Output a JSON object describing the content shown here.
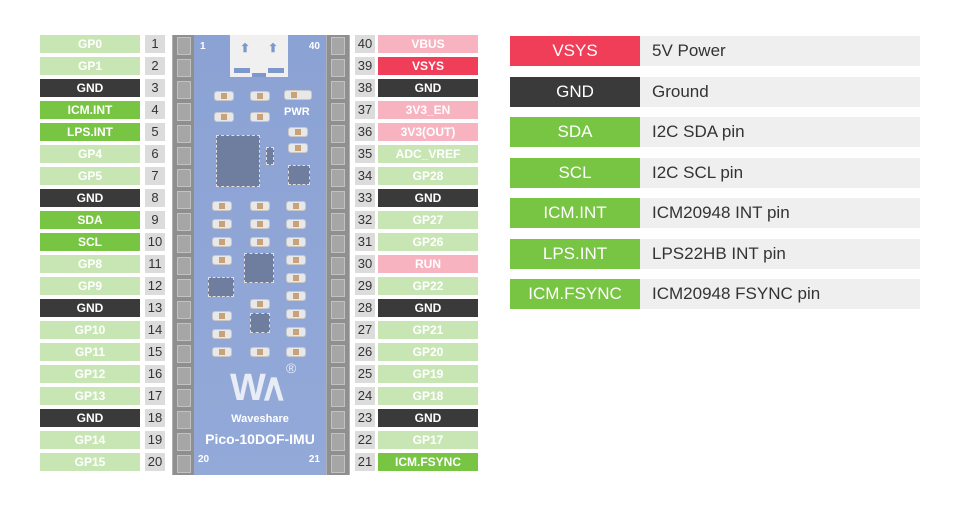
{
  "colors": {
    "gpio": "#c8e6b4",
    "gnd": "#3a3a3a",
    "function": "#78c443",
    "power": "#f7b3c0",
    "vsys": "#f03e58",
    "pin_number_bg": "#dcdcdc",
    "board": "#8ea4d4"
  },
  "board": {
    "name": "Pico-10DOF-IMU",
    "brand": "Waveshare",
    "power_led_label": "PWR",
    "corner_labels": {
      "top_left": "1",
      "top_right": "40",
      "bottom_left": "20",
      "bottom_right": "21"
    },
    "logo_icon": "waveshare-logo-icon",
    "registered_mark": "®"
  },
  "left_pins": [
    {
      "num": "1",
      "label": "GP0",
      "type": "gpio"
    },
    {
      "num": "2",
      "label": "GP1",
      "type": "gpio"
    },
    {
      "num": "3",
      "label": "GND",
      "type": "gnd"
    },
    {
      "num": "4",
      "label": "ICM.INT",
      "type": "func"
    },
    {
      "num": "5",
      "label": "LPS.INT",
      "type": "func"
    },
    {
      "num": "6",
      "label": "GP4",
      "type": "gpio"
    },
    {
      "num": "7",
      "label": "GP5",
      "type": "gpio"
    },
    {
      "num": "8",
      "label": "GND",
      "type": "gnd"
    },
    {
      "num": "9",
      "label": "SDA",
      "type": "func"
    },
    {
      "num": "10",
      "label": "SCL",
      "type": "func"
    },
    {
      "num": "11",
      "label": "GP8",
      "type": "gpio"
    },
    {
      "num": "12",
      "label": "GP9",
      "type": "gpio"
    },
    {
      "num": "13",
      "label": "GND",
      "type": "gnd"
    },
    {
      "num": "14",
      "label": "GP10",
      "type": "gpio"
    },
    {
      "num": "15",
      "label": "GP11",
      "type": "gpio"
    },
    {
      "num": "16",
      "label": "GP12",
      "type": "gpio"
    },
    {
      "num": "17",
      "label": "GP13",
      "type": "gpio"
    },
    {
      "num": "18",
      "label": "GND",
      "type": "gnd"
    },
    {
      "num": "19",
      "label": "GP14",
      "type": "gpio"
    },
    {
      "num": "20",
      "label": "GP15",
      "type": "gpio"
    }
  ],
  "right_pins": [
    {
      "num": "40",
      "label": "VBUS",
      "type": "pwr"
    },
    {
      "num": "39",
      "label": "VSYS",
      "type": "vsys"
    },
    {
      "num": "38",
      "label": "GND",
      "type": "gnd"
    },
    {
      "num": "37",
      "label": "3V3_EN",
      "type": "pwr"
    },
    {
      "num": "36",
      "label": "3V3(OUT)",
      "type": "pwr"
    },
    {
      "num": "35",
      "label": "ADC_VREF",
      "type": "gpio"
    },
    {
      "num": "34",
      "label": "GP28",
      "type": "gpio"
    },
    {
      "num": "33",
      "label": "GND",
      "type": "gnd"
    },
    {
      "num": "32",
      "label": "GP27",
      "type": "gpio"
    },
    {
      "num": "31",
      "label": "GP26",
      "type": "gpio"
    },
    {
      "num": "30",
      "label": "RUN",
      "type": "pwr"
    },
    {
      "num": "29",
      "label": "GP22",
      "type": "gpio"
    },
    {
      "num": "28",
      "label": "GND",
      "type": "gnd"
    },
    {
      "num": "27",
      "label": "GP21",
      "type": "gpio"
    },
    {
      "num": "26",
      "label": "GP20",
      "type": "gpio"
    },
    {
      "num": "25",
      "label": "GP19",
      "type": "gpio"
    },
    {
      "num": "24",
      "label": "GP18",
      "type": "gpio"
    },
    {
      "num": "23",
      "label": "GND",
      "type": "gnd"
    },
    {
      "num": "22",
      "label": "GP17",
      "type": "gpio"
    },
    {
      "num": "21",
      "label": "ICM.FSYNC",
      "type": "func"
    }
  ],
  "legend": [
    {
      "key": "VSYS",
      "desc": "5V Power",
      "type": "vsys"
    },
    {
      "key": "GND",
      "desc": "Ground",
      "type": "gnd"
    },
    {
      "key": "SDA",
      "desc": "I2C SDA pin",
      "type": "func"
    },
    {
      "key": "SCL",
      "desc": "I2C SCL pin",
      "type": "func"
    },
    {
      "key": "ICM.INT",
      "desc": "ICM20948 INT pin",
      "type": "func"
    },
    {
      "key": "LPS.INT",
      "desc": "LPS22HB INT pin",
      "type": "func"
    },
    {
      "key": "ICM.FSYNC",
      "desc": "ICM20948 FSYNC pin",
      "type": "func"
    }
  ]
}
